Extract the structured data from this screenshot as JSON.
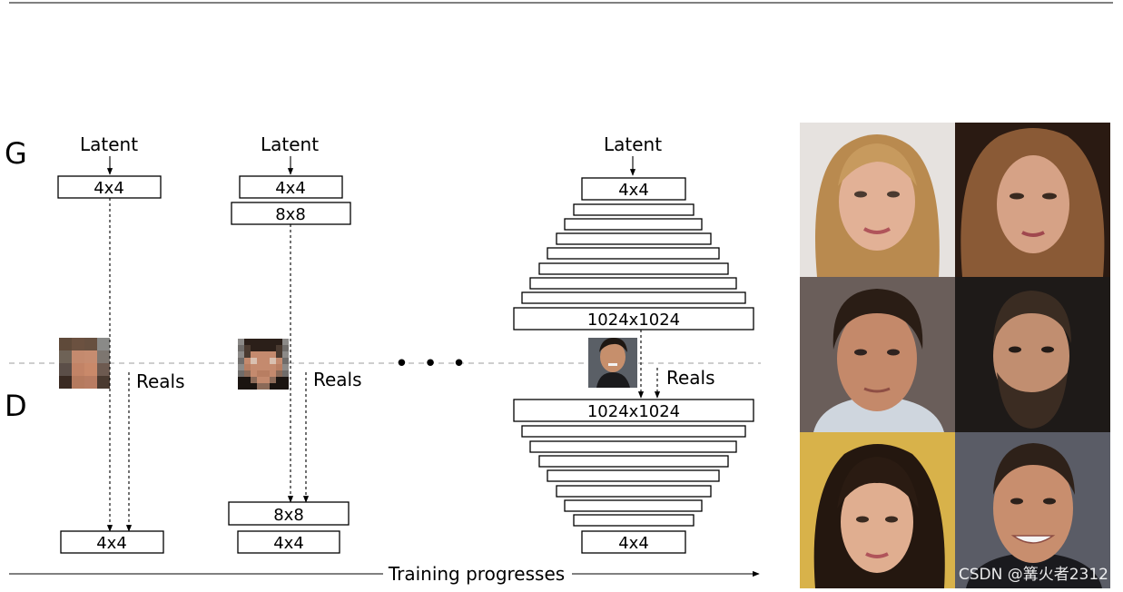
{
  "generator_label": "G",
  "discriminator_label": "D",
  "ellipsis": "• • •",
  "stage1": {
    "latent": "Latent",
    "g_top": "4x4",
    "reals": "Reals",
    "d_bottom": "4x4"
  },
  "stage2": {
    "latent": "Latent",
    "g_top": "4x4",
    "g_second": "8x8",
    "reals": "Reals",
    "d_upper": "8x8",
    "d_bottom": "4x4"
  },
  "stage3": {
    "latent": "Latent",
    "g_top": "4x4",
    "g_last": "1024x1024",
    "reals": "Reals",
    "d_first": "1024x1024",
    "d_bottom": "4x4"
  },
  "timeline_label": "Training progresses",
  "watermark": "CSDN @篝火者2312",
  "colors": {
    "separator": "#b0b0b0",
    "face_skin": "#c98c72",
    "hair_blond": "#b8864a",
    "hair_dark": "#2a1f19"
  }
}
